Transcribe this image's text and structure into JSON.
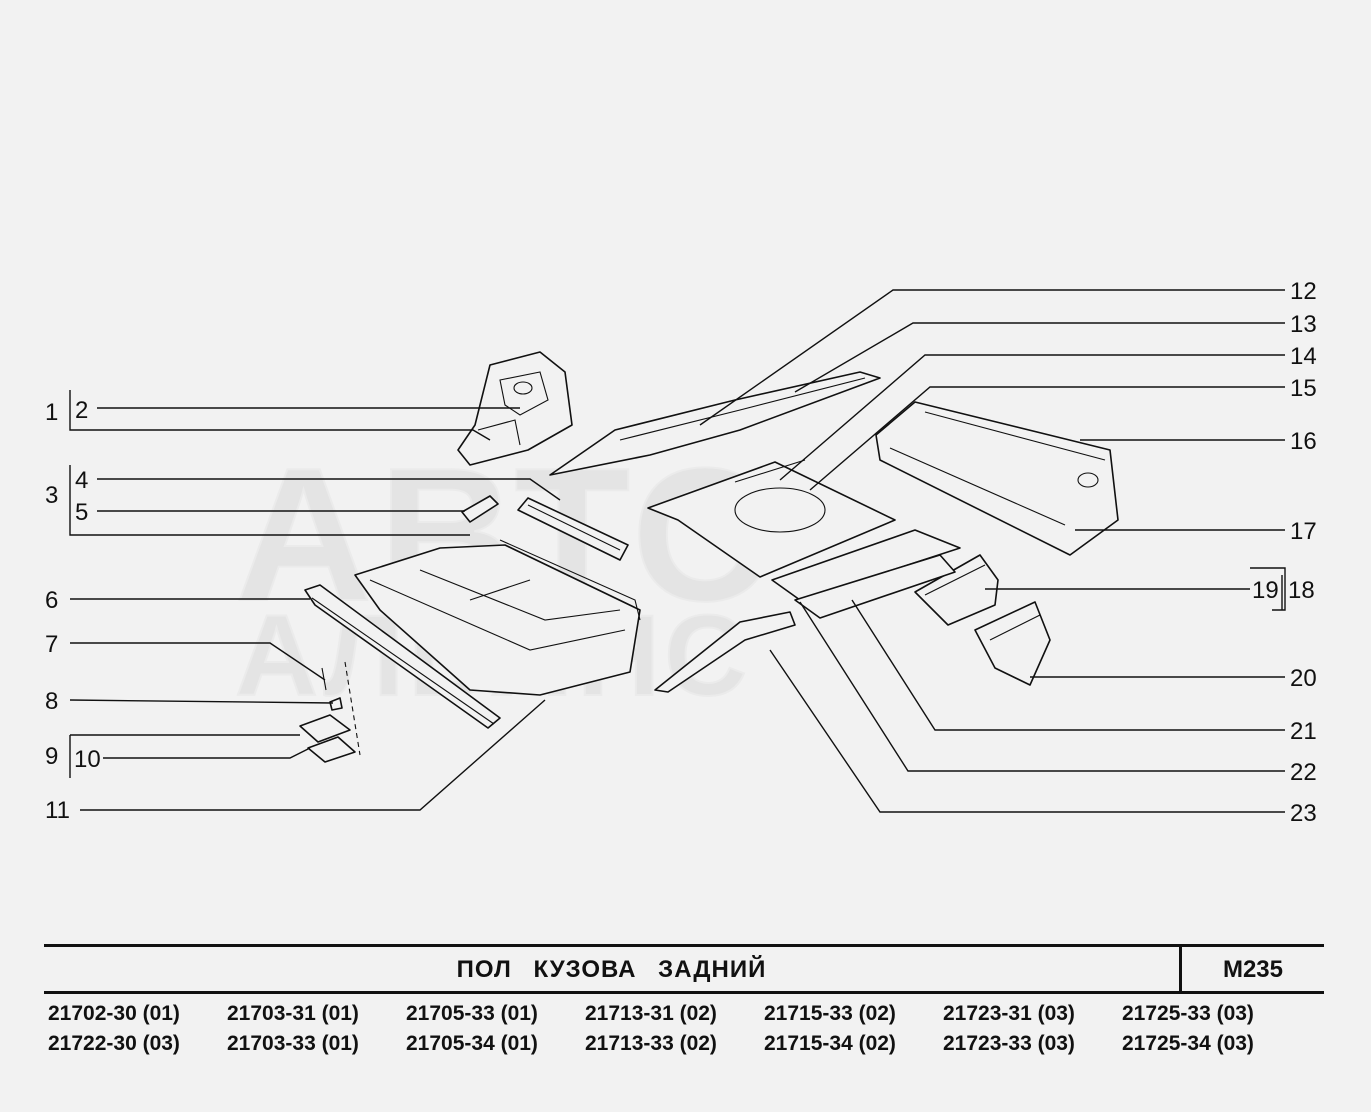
{
  "watermark": {
    "line1": "АВТО",
    "line2": "АЛЬЯНС"
  },
  "callouts": {
    "n1": "1",
    "n2": "2",
    "n3": "3",
    "n4": "4",
    "n5": "5",
    "n6": "6",
    "n7": "7",
    "n8": "8",
    "n9": "9",
    "n10": "10",
    "n11": "11",
    "n12": "12",
    "n13": "13",
    "n14": "14",
    "n15": "15",
    "n16": "16",
    "n17": "17",
    "n18": "18",
    "n19": "19",
    "n20": "20",
    "n21": "21",
    "n22": "22",
    "n23": "23"
  },
  "title_block": {
    "title": "ПОЛ КУЗОВА ЗАДНИЙ",
    "sheet_code": "M235"
  },
  "models": [
    "21702-30 (01)",
    "21703-31 (01)",
    "21705-33 (01)",
    "21713-31 (02)",
    "21715-33 (02)",
    "21723-31 (03)",
    "21725-33 (03)",
    "21722-30 (03)",
    "21703-33 (01)",
    "21705-34 (01)",
    "21713-33 (02)",
    "21715-34 (02)",
    "21723-33 (03)",
    "21725-34 (03)"
  ],
  "colors": {
    "background": "#f2f2f2",
    "ink": "#111111",
    "watermark": "#d9d9d9"
  }
}
